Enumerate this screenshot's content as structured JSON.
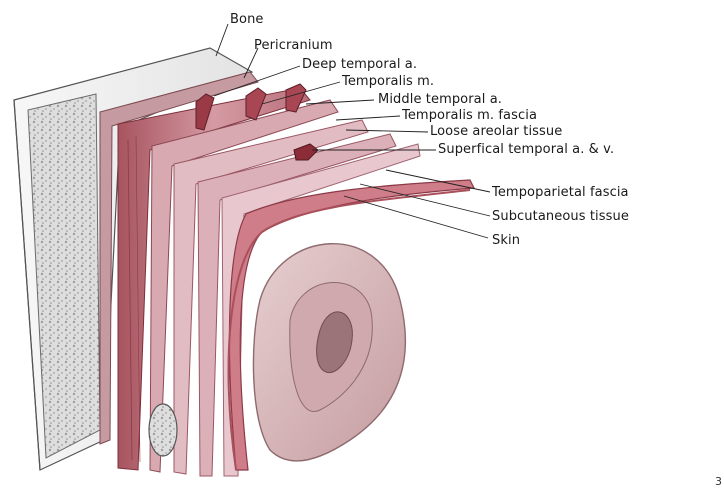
{
  "labels": {
    "bone": "Bone",
    "pericranium": "Pericranium",
    "deep_temporal": "Deep temporal a.",
    "temporalis_m": "Temporalis m.",
    "middle_temporal": "Middle temporal a.",
    "temporalis_fascia": "Temporalis m. fascia",
    "loose_areolar": "Loose areolar tissue",
    "superficial_temporal": "Superfical temporal a. & v.",
    "temporoparietal": "Tempoparietal fascia",
    "subcutaneous": "Subcutaneous tissue",
    "skin": "Skin"
  },
  "corner_mark": "3",
  "colors": {
    "bone": "#f2f2f2",
    "diploe": "#d9d9d9",
    "muscle": "#c9838f",
    "muscle_dark": "#8a3b45",
    "fascia": "#dcb4bd",
    "fascia_light": "#eaccd2",
    "skin": "#d9a3a8",
    "skin_edge": "#a9505b",
    "ear": "#d6b8ba",
    "ear_shadow": "#a98589",
    "leader": "#222222"
  }
}
